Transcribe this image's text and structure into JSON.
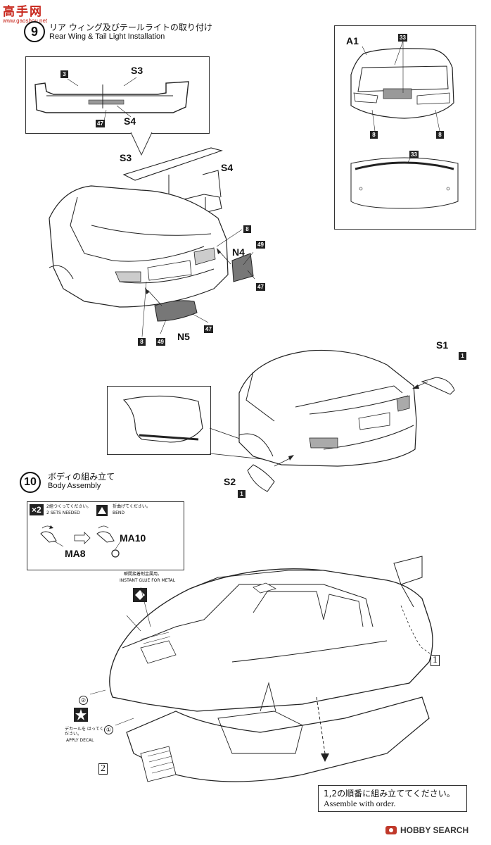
{
  "watermark_top": {
    "line1": "高手网",
    "line2": "www.gaoshou.net"
  },
  "watermark_bottom": {
    "text": "HOBBY SEARCH"
  },
  "step9": {
    "number": "9",
    "title_jp": "リア ウィング及びテールライトの取り付け",
    "title_en": "Rear Wing & Tail Light Installation",
    "parts": {
      "s3": "S3",
      "s4": "S4",
      "n4": "N4",
      "n5": "N5",
      "a1": "A1",
      "s1": "S1",
      "s2": "S2"
    },
    "decals": {
      "d3": "3",
      "d47": "47",
      "d8": "8",
      "d49": "49",
      "d33": "33",
      "d1": "1"
    }
  },
  "step10": {
    "number": "10",
    "title_jp": "ボディの組み立て",
    "title_en": "Body Assembly",
    "x2": "×2",
    "note1_jp": "2組つくってください。",
    "note1_en": "2 SETS NEEDED",
    "note2_jp": "折曲げてください。",
    "note2_en": "BEND",
    "ma8": "MA8",
    "ma10": "MA10",
    "glue_jp": "瞬間接着剤金属用。",
    "glue_en": "INSTANT GLUE FOR METAL",
    "decal_jp": "デカールを はってください。",
    "decal_en": "APPLY DECAL",
    "c1": "①",
    "c2": "②",
    "open1": "1",
    "open2": "2",
    "order_jp": "1,2の順番に組み立ててください。",
    "order_en": "Assemble with order."
  }
}
